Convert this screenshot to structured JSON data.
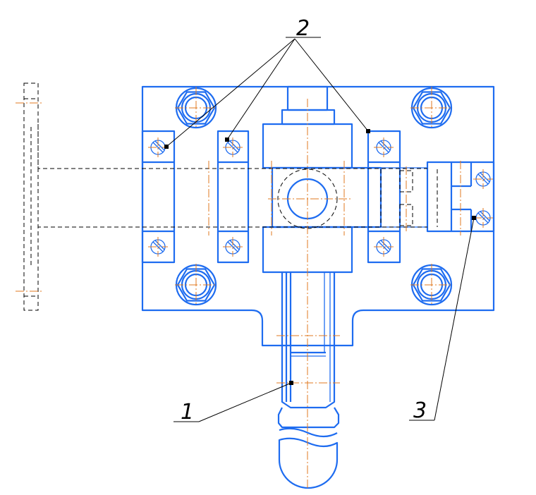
{
  "labels": {
    "part_1": "1",
    "part_2": "2",
    "part_3": "3"
  },
  "colors": {
    "outline": "#1e6cf0",
    "centerline": "#e07a20",
    "hidden": "#000000",
    "leader": "#000000"
  }
}
